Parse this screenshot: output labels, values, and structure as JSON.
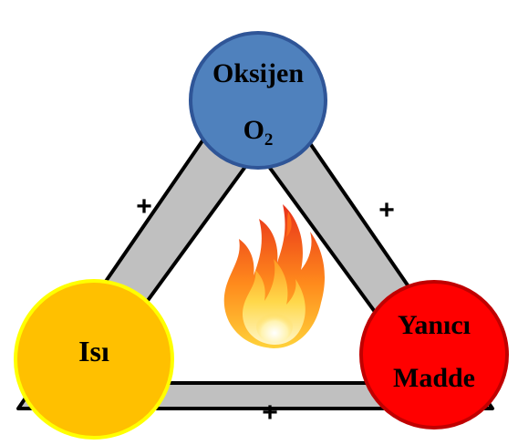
{
  "diagram": {
    "nodes": {
      "oxygen": {
        "label": "Oksijen",
        "formula_base": "O",
        "formula_sub": "2",
        "fill": "#4f81bd",
        "stroke": "#2f5597"
      },
      "heat": {
        "label": "Isı",
        "fill": "#ffc000",
        "stroke": "#ffff00"
      },
      "fuel": {
        "label_line1": "Yanıcı",
        "label_line2": "Madde",
        "fill": "#ff0000",
        "stroke": "#c00000"
      }
    },
    "connectors": {
      "left": "+",
      "right": "+",
      "bottom": "+"
    },
    "center": {
      "icon": "flame-icon"
    },
    "colors": {
      "band": "#c0c0c0",
      "band_outline": "#000000"
    }
  }
}
